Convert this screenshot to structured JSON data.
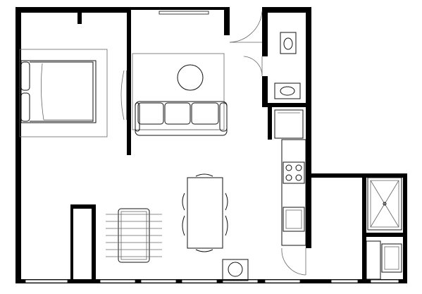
{
  "plan": {
    "rooms": [
      "bedroom",
      "living-area",
      "bathroom",
      "kitchen",
      "shower-room"
    ],
    "furniture": [
      "double-bed",
      "sofa",
      "coffee-table",
      "dining-table",
      "foosball-table",
      "washing-machine",
      "toilet",
      "sinks",
      "cooktop",
      "fridge",
      "shower"
    ],
    "colors": {
      "wall": "#000000",
      "line": "#111111",
      "fill": "#ffffff"
    }
  }
}
